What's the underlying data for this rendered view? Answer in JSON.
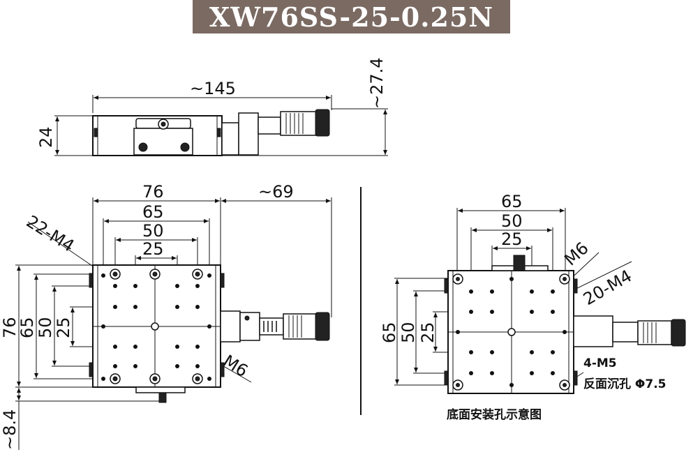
{
  "title": "XW76SS-25-0.25N",
  "side_view": {
    "width_label": "~145",
    "height_label": "24",
    "knob_label": "~27.4"
  },
  "top_view": {
    "dims": {
      "w76": "76",
      "w69": "~69",
      "w65": "65",
      "w50": "50",
      "w25": "25",
      "h76": "76",
      "h65": "65",
      "h50": "50",
      "h25": "25",
      "h84": "~8.4"
    },
    "callout_holes": "22-M4",
    "callout_center": "M6"
  },
  "bottom_view": {
    "dims": {
      "w65": "65",
      "w50": "50",
      "w25": "25",
      "h65": "65",
      "h50": "50",
      "h25": "25"
    },
    "callout_center": "M6",
    "callout_holes": "20-M4",
    "note_line1": "4-M5",
    "note_line2": "反面沉孔 Φ7.5",
    "caption": "底面安装孔示意图"
  },
  "colors": {
    "title_bg": "#7a6a62",
    "title_fg": "#ffffff",
    "line": "#111111"
  }
}
